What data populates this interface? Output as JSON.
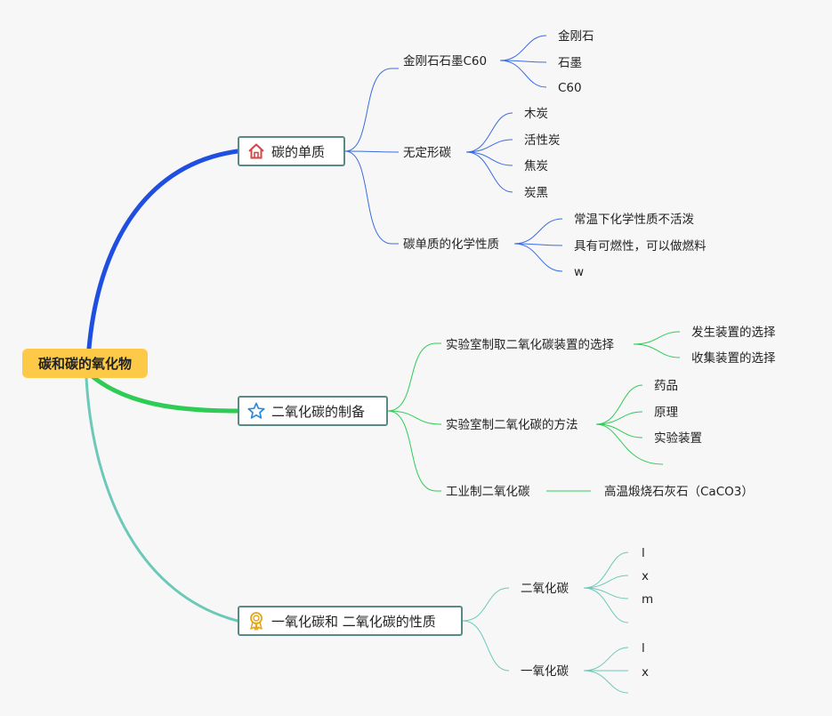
{
  "root": {
    "label": "碳和碳的氧化物",
    "color": "#fdca48"
  },
  "branches": [
    {
      "label": "碳的单质",
      "icon": "home-icon",
      "color": "#1f4fe0",
      "children": [
        {
          "label": "金刚石石墨C60",
          "children": [
            "金刚石",
            "石墨",
            "C60"
          ]
        },
        {
          "label": "无定形碳",
          "children": [
            "木炭",
            "活性炭",
            "焦炭",
            "炭黑"
          ]
        },
        {
          "label": "碳单质的化学性质",
          "children": [
            "常温下化学性质不活泼",
            "具有可燃性，可以做燃料",
            "w"
          ]
        }
      ]
    },
    {
      "label": "二氧化碳的制备",
      "icon": "star-icon",
      "color": "#2ecc55",
      "children": [
        {
          "label": "实验室制取二氧化碳装置的选择",
          "children": [
            "发生装置的选择",
            "收集装置的选择"
          ]
        },
        {
          "label": "实验室制二氧化碳的方法",
          "children": [
            "药品",
            "原理",
            "实验装置",
            ""
          ]
        },
        {
          "label": "工业制二氧化碳",
          "children": [
            "高温煅烧石灰石（CaCO3）"
          ]
        }
      ]
    },
    {
      "label": "一氧化碳和 二氧化碳的性质",
      "icon": "award-icon",
      "color": "#6cc9b7",
      "children": [
        {
          "label": "二氧化碳",
          "children": [
            "l",
            "x",
            "m",
            ""
          ]
        },
        {
          "label": "一氧化碳",
          "children": [
            "l",
            "x",
            ""
          ]
        }
      ]
    }
  ]
}
